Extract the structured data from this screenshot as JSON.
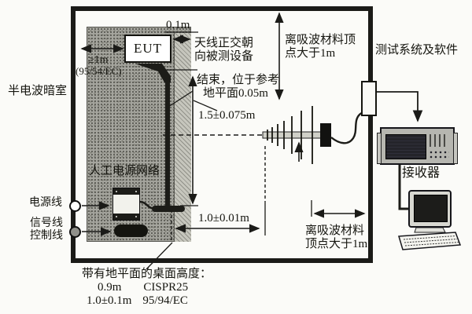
{
  "labels": {
    "chamber": "半电波暗室",
    "eut": "EUT",
    "test_system": "测试系统及软件",
    "receiver": "接收器",
    "lisn": "人工电源网络",
    "power_line": "电源线",
    "signal_line": "信号线",
    "control_line": "控制线",
    "antenna_orientation_1": "天线正交朝",
    "antenna_orientation_2": "向被测设备",
    "harness_end_1": "结束，位于参考",
    "harness_end_2": "地平面0.05m",
    "absorber_top_1": "离吸波材料顶",
    "absorber_top_2": "点大于1m",
    "absorber_right_1": "离吸波材料",
    "absorber_right_2": "顶点大于1m"
  },
  "dimensions": {
    "eut_to_wall": "≥1m",
    "eut_to_wall_standard": "(95/54/EC)",
    "eut_to_table_edge": "0.1m",
    "harness_length": "1.5±0.075m",
    "harness_to_antenna": "1.0±0.01m"
  },
  "table_height": {
    "title": "带有地平面的桌面高度：",
    "rows": [
      {
        "value": "0.9m",
        "standard": "CISPR25"
      },
      {
        "value": "1.0±0.1m",
        "standard": "95/94/EC"
      }
    ]
  },
  "colors": {
    "line": "#1b1b18",
    "table_fill": "#a5a59e",
    "background": "#fbfbf8"
  }
}
